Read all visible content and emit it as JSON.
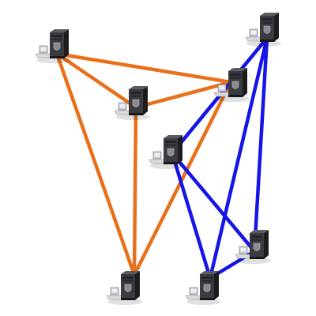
{
  "colors": {
    "background": "#ffffff",
    "orange_link": "#e8701a",
    "blue_link": "#1515e8",
    "tower_dark": "#1c1c1f",
    "tower_mid": "#3a3b40",
    "tower_light": "#5a5c63",
    "shield": "#8a8c92",
    "monitor": "#c9ccd2",
    "keyboard": "#d8dadd"
  },
  "network": {
    "node_icon": "desktop-computer-icon",
    "nodes": [
      {
        "id": "n1"
      },
      {
        "id": "n2"
      },
      {
        "id": "n3"
      },
      {
        "id": "n4"
      },
      {
        "id": "n5"
      },
      {
        "id": "n6"
      },
      {
        "id": "n7"
      },
      {
        "id": "n8"
      }
    ],
    "links": [
      {
        "from": "n1",
        "to": "n4",
        "color": "orange"
      },
      {
        "from": "n1",
        "to": "n3",
        "color": "orange"
      },
      {
        "from": "n1",
        "to": "n7",
        "color": "orange"
      },
      {
        "from": "n3",
        "to": "n4",
        "color": "orange"
      },
      {
        "from": "n3",
        "to": "n7",
        "color": "orange"
      },
      {
        "from": "n4",
        "to": "n7",
        "color": "orange"
      },
      {
        "from": "n2",
        "to": "n4",
        "color": "blue"
      },
      {
        "from": "n2",
        "to": "n5",
        "color": "blue"
      },
      {
        "from": "n2",
        "to": "n6",
        "color": "blue"
      },
      {
        "from": "n2",
        "to": "n8",
        "color": "blue"
      },
      {
        "from": "n4",
        "to": "n5",
        "color": "blue"
      },
      {
        "from": "n5",
        "to": "n6",
        "color": "blue"
      },
      {
        "from": "n5",
        "to": "n8",
        "color": "blue"
      },
      {
        "from": "n6",
        "to": "n8",
        "color": "blue"
      }
    ]
  }
}
